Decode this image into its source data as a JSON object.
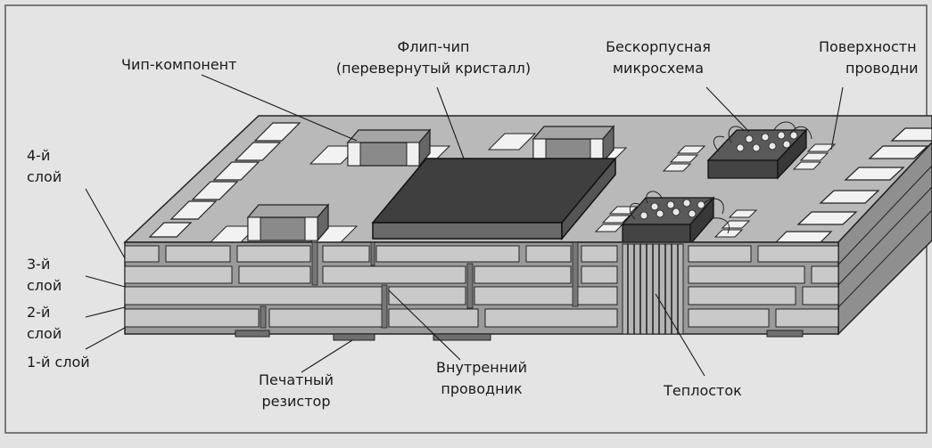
{
  "labels": {
    "chip_component": "Чип-компонент",
    "flip_chip_line1": "Флип-чип",
    "flip_chip_line2": "(перевернутый кристалл)",
    "bare_die_line1": "Бескорпусная",
    "bare_die_line2": "микросхема",
    "surface_cond_line1": "Поверхностн",
    "surface_cond_line2": "проводни",
    "layer4_line1": "4-й",
    "layer4_line2": "слой",
    "layer3_line1": "3-й",
    "layer3_line2": "слой",
    "layer2_line1": "2-й",
    "layer2_line2": "слой",
    "layer1": "1-й слой",
    "printed_resistor_line1": "Печатный",
    "printed_resistor_line2": "резистор",
    "inner_conductor_line1": "Внутренний",
    "inner_conductor_line2": "проводник",
    "heat_sink": "Теплосток"
  },
  "colors": {
    "background": "#e2e2e2",
    "board_top": "#b7b7b7",
    "board_side": "#9a9a9a",
    "layer_strip": "#c9c9c9",
    "flip_chip": "#4a4a4a",
    "die": "#5a5a5a",
    "line": "#1a1a1a"
  }
}
